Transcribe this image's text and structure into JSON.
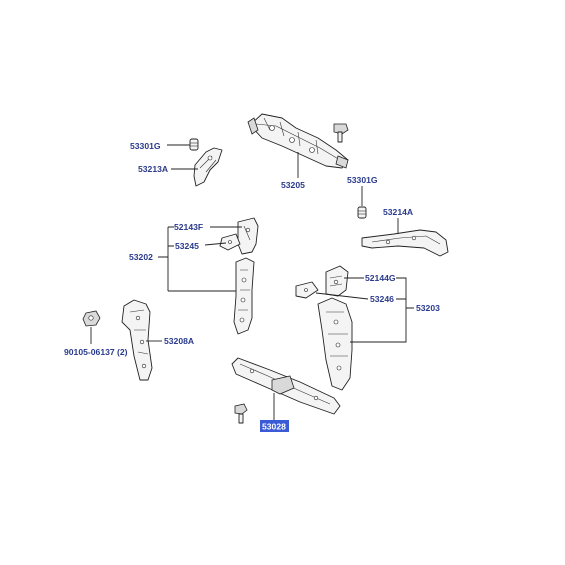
{
  "parts": {
    "p53301g_left": "53301G",
    "p53213a": "53213A",
    "p53205": "53205",
    "p53301g_right": "53301G",
    "p53214a": "53214A",
    "p52143f": "52143F",
    "p53245": "53245",
    "p53202": "53202",
    "p52144g": "52144G",
    "p53246": "53246",
    "p53203": "53203",
    "p90105": "90105-06137",
    "p90105_qty": "(2)",
    "p53208a": "53208A",
    "p53028": "53028"
  },
  "colors": {
    "label_text": "#2a3a8c",
    "highlight_fill": "#3b5bd6",
    "highlight_text": "#ffffff",
    "line": "#222222"
  }
}
